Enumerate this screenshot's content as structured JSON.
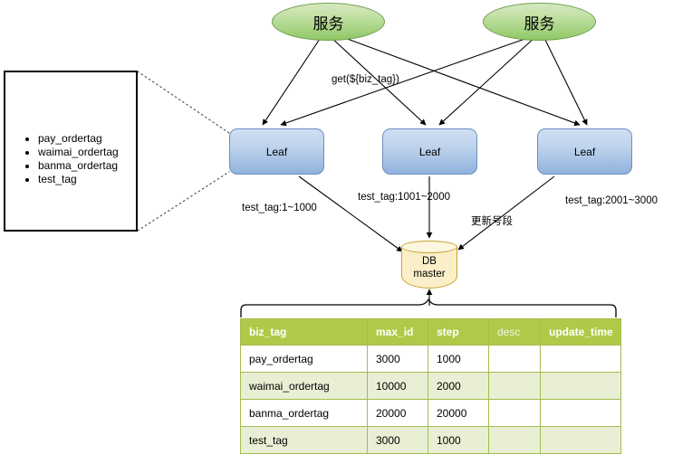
{
  "diagram": {
    "services": [
      {
        "label": "服务"
      },
      {
        "label": "服务"
      }
    ],
    "leaf_nodes": [
      {
        "label": "Leaf"
      },
      {
        "label": "Leaf"
      },
      {
        "label": "Leaf"
      }
    ],
    "database": {
      "line1": "DB",
      "line2": "master"
    },
    "edge_labels": {
      "get_call": "get(${biz_tag})",
      "range_left": "test_tag:1~1000",
      "range_middle": "test_tag:1001~2000",
      "range_right": "test_tag:2001~3000",
      "update_segment": "更新号段"
    },
    "legend": {
      "items": [
        "pay_ordertag",
        "waimai_ordertag",
        "banma_ordertag",
        "test_tag"
      ]
    },
    "colors": {
      "service_fill": "#8fc866",
      "service_stroke": "#6f9e4e",
      "leaf_fill": "#8fb2dd",
      "leaf_stroke": "#6d8fc0",
      "db_fill": "#fbefca",
      "db_stroke": "#c9a227",
      "table_header": "#afca48",
      "table_row_alt": "#e9efd4",
      "edge_stroke": "#000000"
    }
  },
  "table": {
    "columns": [
      "biz_tag",
      "max_id",
      "step",
      "desc",
      "update_time"
    ],
    "rows": [
      {
        "biz_tag": "pay_ordertag",
        "max_id": "3000",
        "step": "1000",
        "desc": "",
        "update_time": ""
      },
      {
        "biz_tag": "waimai_ordertag",
        "max_id": "10000",
        "step": "2000",
        "desc": "",
        "update_time": ""
      },
      {
        "biz_tag": "banma_ordertag",
        "max_id": "20000",
        "step": "20000",
        "desc": "",
        "update_time": ""
      },
      {
        "biz_tag": "test_tag",
        "max_id": "3000",
        "step": "1000",
        "desc": "",
        "update_time": ""
      }
    ]
  }
}
